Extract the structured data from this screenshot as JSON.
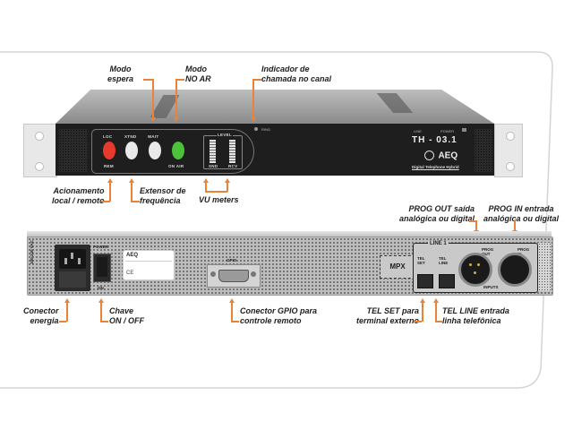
{
  "device": {
    "brand": "AEQ",
    "model": "TH - 03.1",
    "subtitle": "Digital Telephone Hybrid",
    "front_panel": {
      "buttons": [
        {
          "label": "LOC",
          "color": "#e83a2c"
        },
        {
          "label": "XTND",
          "color": "#e9e9e9"
        },
        {
          "label": "WAIT",
          "color": "#e9e9e9"
        },
        {
          "label": "",
          "color": "#4cc23a"
        }
      ],
      "rem_label": "REM",
      "on_air_label": "ON AIR",
      "vu_title": "LEVEL",
      "vu_snd": "SND",
      "vu_rcv": "RCV",
      "ring_label": "RING",
      "power_label": "POWER",
      "line_label": "LINE"
    },
    "rear_panel": {
      "power_label": "POWER",
      "on_label": "ON",
      "voltage_label": "100-240 VAC",
      "card_logo": "AEQ",
      "card_ce": "CE",
      "gpio_label": "GPIO",
      "mpx_label": "MPX",
      "line_group_label": "LINE 1",
      "tel_set_label": "TEL SET",
      "tel_line_label": "TEL LINE",
      "prog_out_label": "PROG OUT",
      "prog_in_label": "PROG IN",
      "inputs_label": "INPUTS"
    }
  },
  "annotations": {
    "modo_espera": "Modo\nespera",
    "modo_no_ar": "Modo\nNO AR",
    "indicador": "Indicador de\nchamada no canal",
    "acionamento": "Acionamento\nlocal / remoto",
    "extensor": "Extensor de\nfrequência",
    "vu_meters": "VU meters",
    "prog_out": "PROG OUT saída\nanalógica ou digital",
    "prog_in": "PROG IN entrada\nanalógica ou digital",
    "conector_energia": "Conector\nenergia",
    "chave": "Chave\nON / OFF",
    "gpio": "Conector GPIO para\ncontrole remoto",
    "tel_set": "TEL SET para\nterminal externo",
    "tel_line": "TEL LINE entrada\nlinha telefônica"
  },
  "colors": {
    "accent": "#e8843a",
    "frame": "#d4d4d6"
  }
}
